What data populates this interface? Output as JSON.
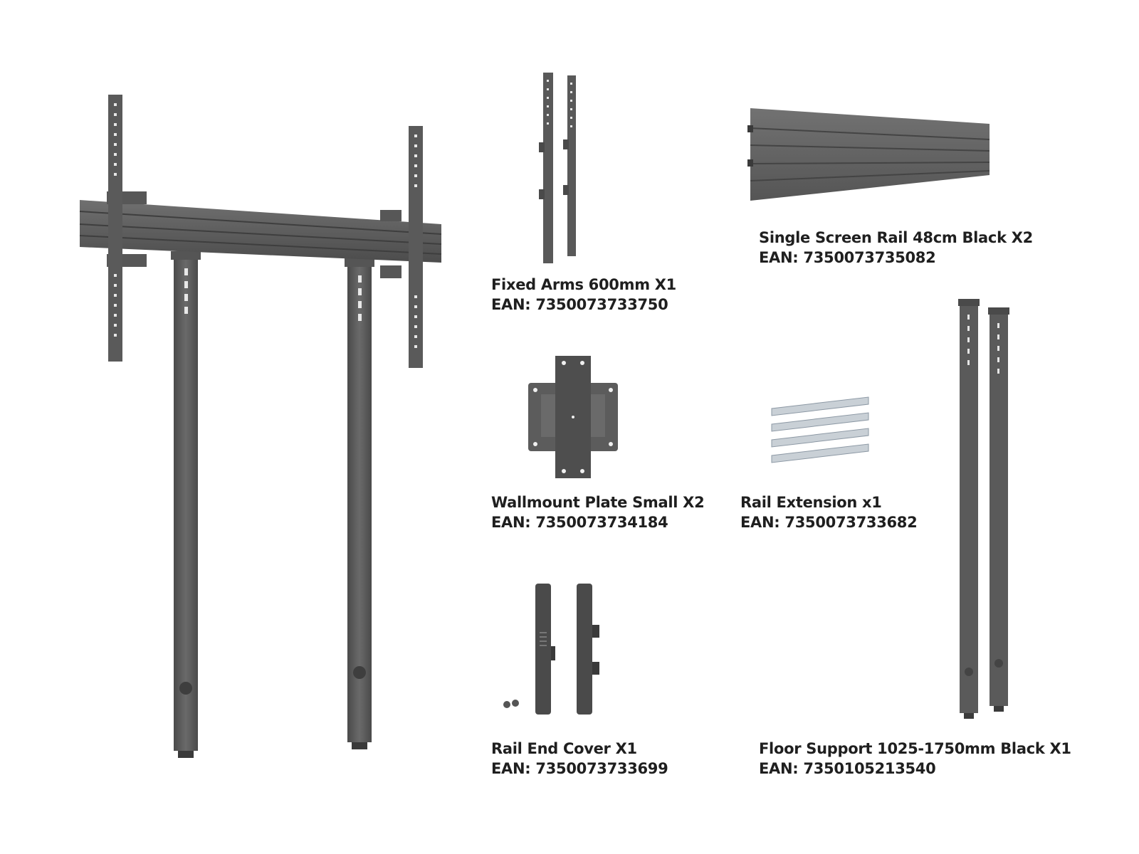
{
  "colors": {
    "metal": "#5c5c5c",
    "metal_dark": "#434343",
    "metal_light": "#7a7a7a",
    "hole": "#f2f2f2",
    "text": "#1f1f1f"
  },
  "products": [
    {
      "id": "fixed-arms",
      "name": "Fixed Arms 600mm X1",
      "ean": "EAN: 7350073733750",
      "icon": "fixed-arms-icon"
    },
    {
      "id": "single-screen-rail",
      "name": "Single Screen Rail 48cm Black X2",
      "ean": "EAN: 7350073735082",
      "icon": "screen-rail-icon"
    },
    {
      "id": "wallmount-plate",
      "name": "Wallmount Plate Small X2",
      "ean": "EAN: 7350073734184",
      "icon": "wallmount-plate-icon"
    },
    {
      "id": "rail-extension",
      "name": "Rail Extension x1",
      "ean": "EAN: 7350073733682",
      "icon": "rail-extension-icon"
    },
    {
      "id": "rail-end-cover",
      "name": "Rail End Cover X1",
      "ean": "EAN: 7350073733699",
      "icon": "rail-end-cover-icon"
    },
    {
      "id": "floor-support",
      "name": "Floor Support 1025-1750mm Black X1",
      "ean": "EAN: 7350105213540",
      "icon": "floor-support-icon"
    }
  ]
}
